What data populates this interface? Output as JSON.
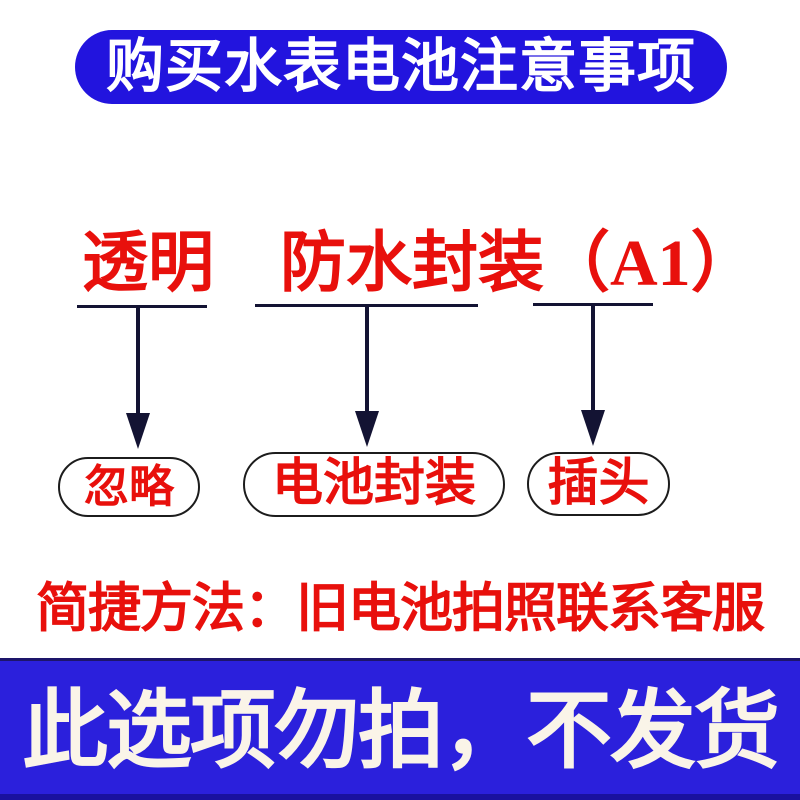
{
  "colors": {
    "banner_blue": "#2214DE",
    "bottom_banner_blue": "#2B20DC",
    "red": "#E8100C",
    "arrow_navy": "#131333",
    "banner_text": "#FFFFFF",
    "bottom_text": "#FAF4E8"
  },
  "header": {
    "title": "购买水表电池注意事项"
  },
  "diagram": {
    "heading": "透明　防水封装（A1）",
    "branches": [
      {
        "label": "忽略"
      },
      {
        "label": "电池封装"
      },
      {
        "label": "插头"
      }
    ]
  },
  "note": {
    "text": "简捷方法：旧电池拍照联系客服"
  },
  "footer": {
    "text": "此选项勿拍，不发货"
  }
}
